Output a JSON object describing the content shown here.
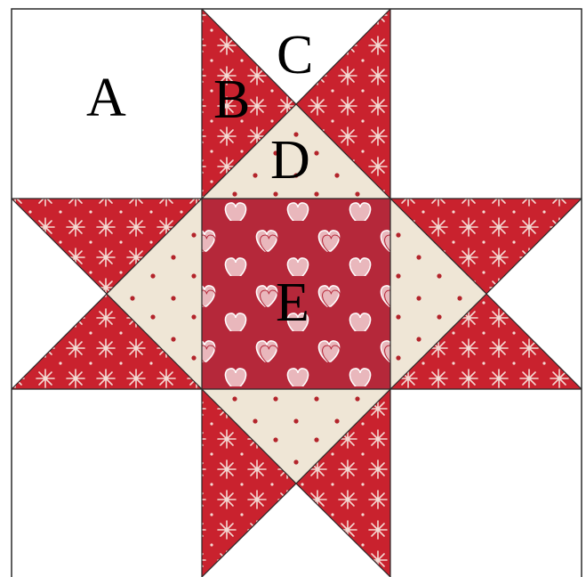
{
  "block": {
    "labels": {
      "a": "A",
      "b": "B",
      "c": "C",
      "d": "D",
      "e": "E"
    }
  },
  "colors": {
    "background": "#ffffff",
    "red_print": "#c9222e",
    "red_print_motif": "#f4d9d2",
    "cream_print": "#efe6d6",
    "cream_star": "#b3242b",
    "center_red": "#b5283a",
    "center_heart": "#e9b7bc",
    "outline": "#2a2a2a"
  }
}
